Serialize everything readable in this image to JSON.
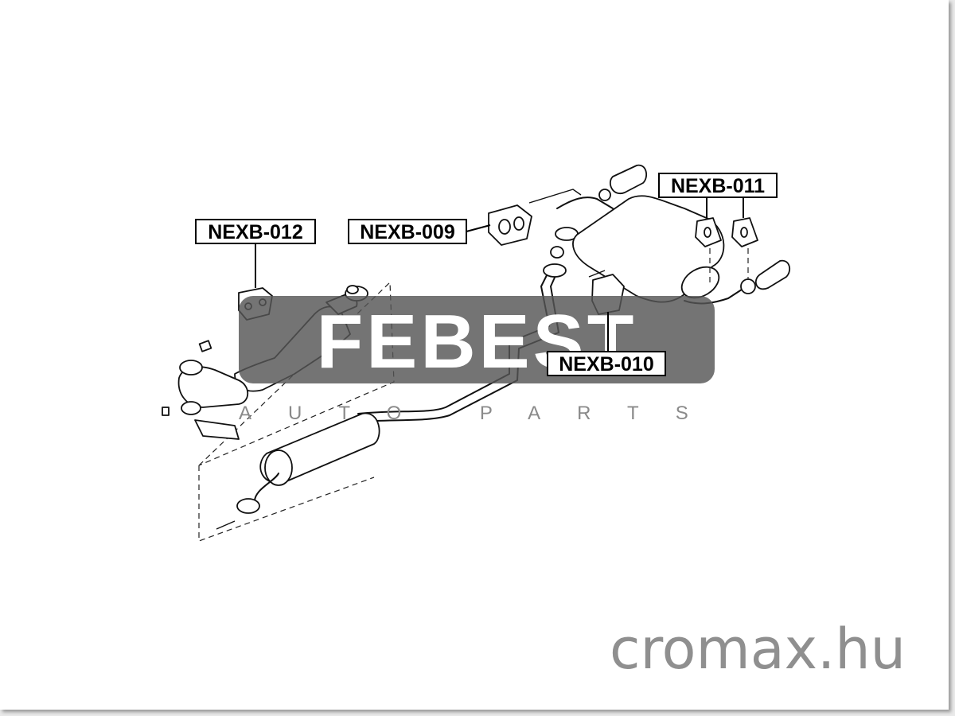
{
  "labels": {
    "nexb_012": "NEXB-012",
    "nexb_009": "NEXB-009",
    "nexb_011": "NEXB-011",
    "nexb_010": "NEXB-010"
  },
  "watermark": {
    "brand": "FEBEST",
    "tagline": "AUTO PARTS"
  },
  "site": "cromax.hu",
  "colors": {
    "background": "#ffffff",
    "watermark": "#555555",
    "site_text": "#8f8f8f"
  }
}
